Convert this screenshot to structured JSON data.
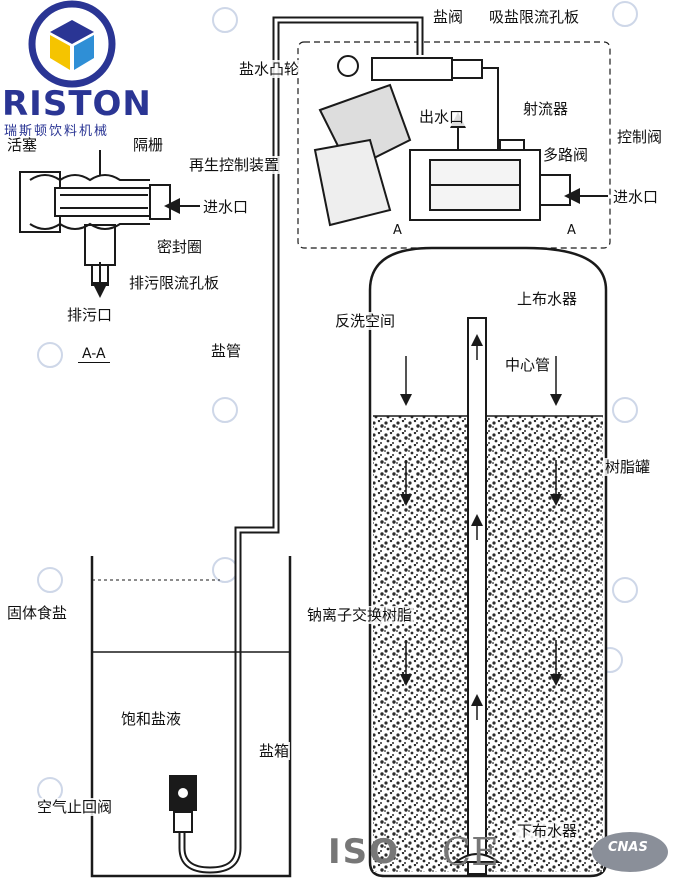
{
  "brand": {
    "name": "RISTON",
    "subtitle": "瑞斯顿饮料机械"
  },
  "colors": {
    "brand_blue": "#2a3594",
    "logo_yellow": "#f5c400",
    "logo_light_blue": "#2f8fd6",
    "line": "#1a1a1a",
    "resin_fill": "#2b2b2b",
    "watermark": "#b9c6de"
  },
  "labels": {
    "piston": "活塞",
    "spacer": "隔栅",
    "inlet_detail": "进水口",
    "seal_ring": "密封圈",
    "drain_orifice": "排污限流孔板",
    "drain_outlet": "排污口",
    "section": "A-A",
    "salt_pipe": "盐管",
    "salt_valve": "盐阀",
    "brine_orifice": "吸盐限流孔板",
    "brine_cam": "盐水凸轮",
    "outlet": "出水口",
    "ejector": "射流器",
    "control_valve": "控制阀",
    "regen_control": "再生控制装置",
    "multiport_valve": "多路阀",
    "inlet": "进水口",
    "section_mark_left": "A",
    "section_mark_right": "A",
    "backwash_space": "反洗空间",
    "upper_distributor": "上布水器",
    "center_tube": "中心管",
    "resin_tank": "树脂罐",
    "solid_salt": "固体食盐",
    "resin": "钠离子交换树脂",
    "brine": "饱和盐液",
    "salt_box": "盐箱",
    "air_check_valve": "空气止回阀",
    "lower_distributor": "下布水器"
  },
  "certifications": {
    "iso": "ISO",
    "ce": "CE",
    "cnas": "CNAS"
  }
}
